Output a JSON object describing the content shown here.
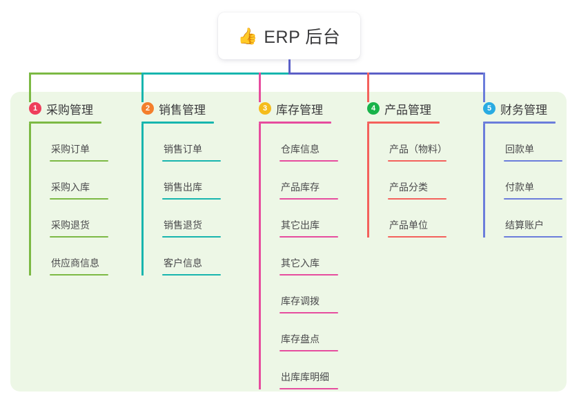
{
  "root": {
    "emoji": "👍",
    "emoji_name": "thumbs-up-icon",
    "title": "ERP 后台"
  },
  "theme": {
    "panel_bg": "#edf7e6",
    "card_bg": "#ffffff",
    "text": "#3a3a3c",
    "root_stem": "#5b5fc7"
  },
  "bus": {
    "segment_left_color": "#7cb944",
    "segment_mid_color": "#17b5ae",
    "segment_right_color": "#5b5fc7"
  },
  "columns": [
    {
      "number": "1",
      "title": "采购管理",
      "badge_color": "#ef3e5c",
      "line_color": "#7cb944",
      "drop_color": "#7cb944",
      "items": [
        {
          "label": "采购订单"
        },
        {
          "label": "采购入库"
        },
        {
          "label": "采购退货"
        },
        {
          "label": "供应商信息"
        }
      ]
    },
    {
      "number": "2",
      "title": "销售管理",
      "badge_color": "#f47f2c",
      "line_color": "#17b5ae",
      "drop_color": "#17b5ae",
      "items": [
        {
          "label": "销售订单"
        },
        {
          "label": "销售出库"
        },
        {
          "label": "销售退货"
        },
        {
          "label": "客户信息"
        }
      ]
    },
    {
      "number": "3",
      "title": "库存管理",
      "badge_color": "#f5bc1c",
      "line_color": "#e64c9e",
      "drop_color": "#e64c9e",
      "items": [
        {
          "label": "仓库信息"
        },
        {
          "label": "产品库存"
        },
        {
          "label": "其它出库"
        },
        {
          "label": "其它入库"
        },
        {
          "label": "库存调拨"
        },
        {
          "label": "库存盘点"
        },
        {
          "label": "出库库明细"
        }
      ]
    },
    {
      "number": "4",
      "title": "产品管理",
      "badge_color": "#19b34a",
      "line_color": "#f4615c",
      "drop_color": "#f4615c",
      "items": [
        {
          "label": "产品（物料）"
        },
        {
          "label": "产品分类"
        },
        {
          "label": "产品单位"
        }
      ]
    },
    {
      "number": "5",
      "title": "财务管理",
      "badge_color": "#29abe2",
      "line_color": "#6b7ddb",
      "drop_color": "#6b7ddb",
      "items": [
        {
          "label": "回款单"
        },
        {
          "label": "付款单"
        },
        {
          "label": "结算账户"
        }
      ]
    }
  ]
}
